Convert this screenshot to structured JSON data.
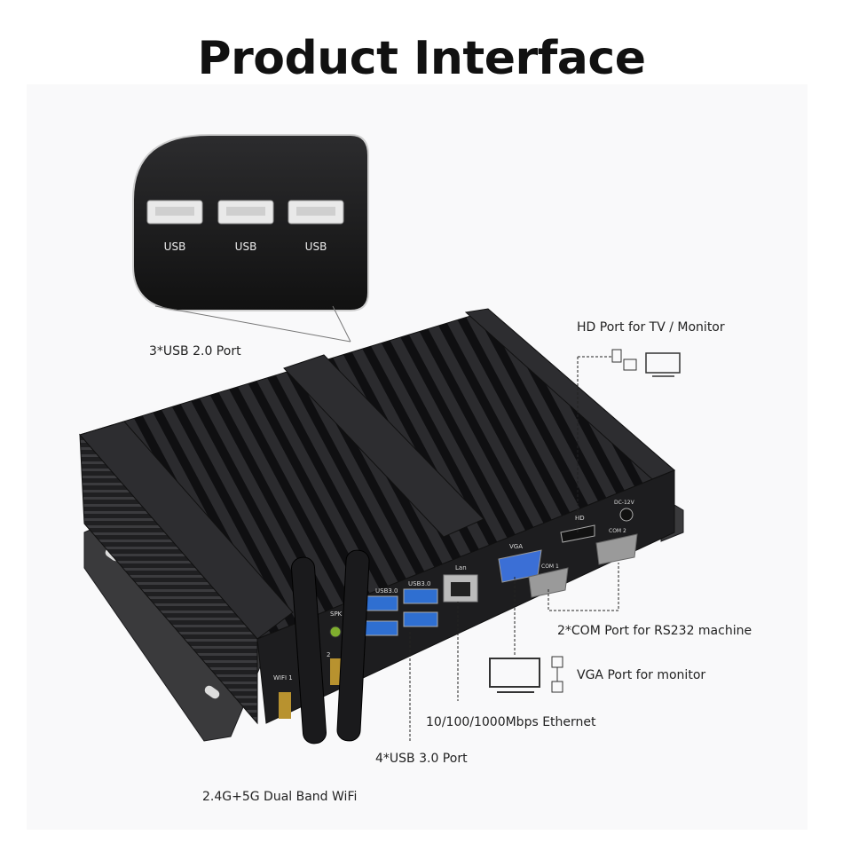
{
  "title": "Product Interface",
  "inset": {
    "port_label": "USB",
    "caption": "3*USB 2.0 Port"
  },
  "device_markings": {
    "usb3_left": "USB3.0",
    "usb3_right": "USB3.0",
    "lan": "Lan",
    "vga": "VGA",
    "com1": "COM 1",
    "com2": "COM 2",
    "hd": "HD",
    "dc": "DC-12V",
    "wifi1": "WIFI 1",
    "wifi2": "2",
    "spk": "SPK"
  },
  "callouts": {
    "hd_port": "HD Port for TV / Monitor",
    "com_port": "2*COM Port for RS232 machine",
    "vga_port": "VGA Port for monitor",
    "ethernet": "10/100/1000Mbps Ethernet",
    "usb3": "4*USB 3.0 Port",
    "wifi": "2.4G+5G Dual Band WiFi"
  },
  "colors": {
    "device_body": "#2a2a2c",
    "usb3_blue": "#2f6fd1",
    "vga_blue": "#3b6fd6",
    "callout_line": "#222222"
  }
}
